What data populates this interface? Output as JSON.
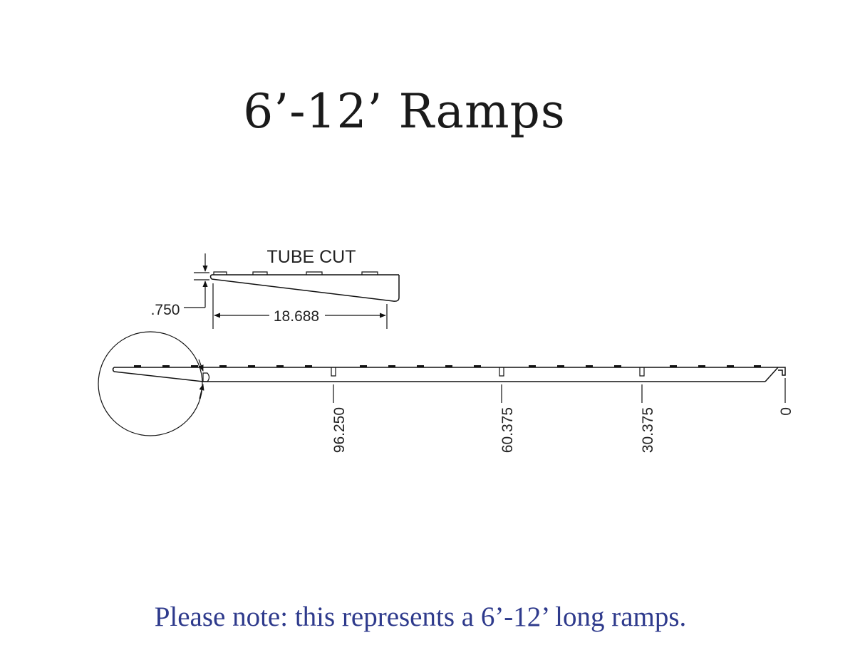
{
  "title": "6’-12’ Ramps",
  "tube_cut": {
    "label": "TUBE CUT",
    "thickness": ".750",
    "length": "18.688"
  },
  "stations": [
    "96.250",
    "60.375",
    "30.375",
    "0"
  ],
  "note": "Please note: this represents a 6’-12’ long ramps."
}
